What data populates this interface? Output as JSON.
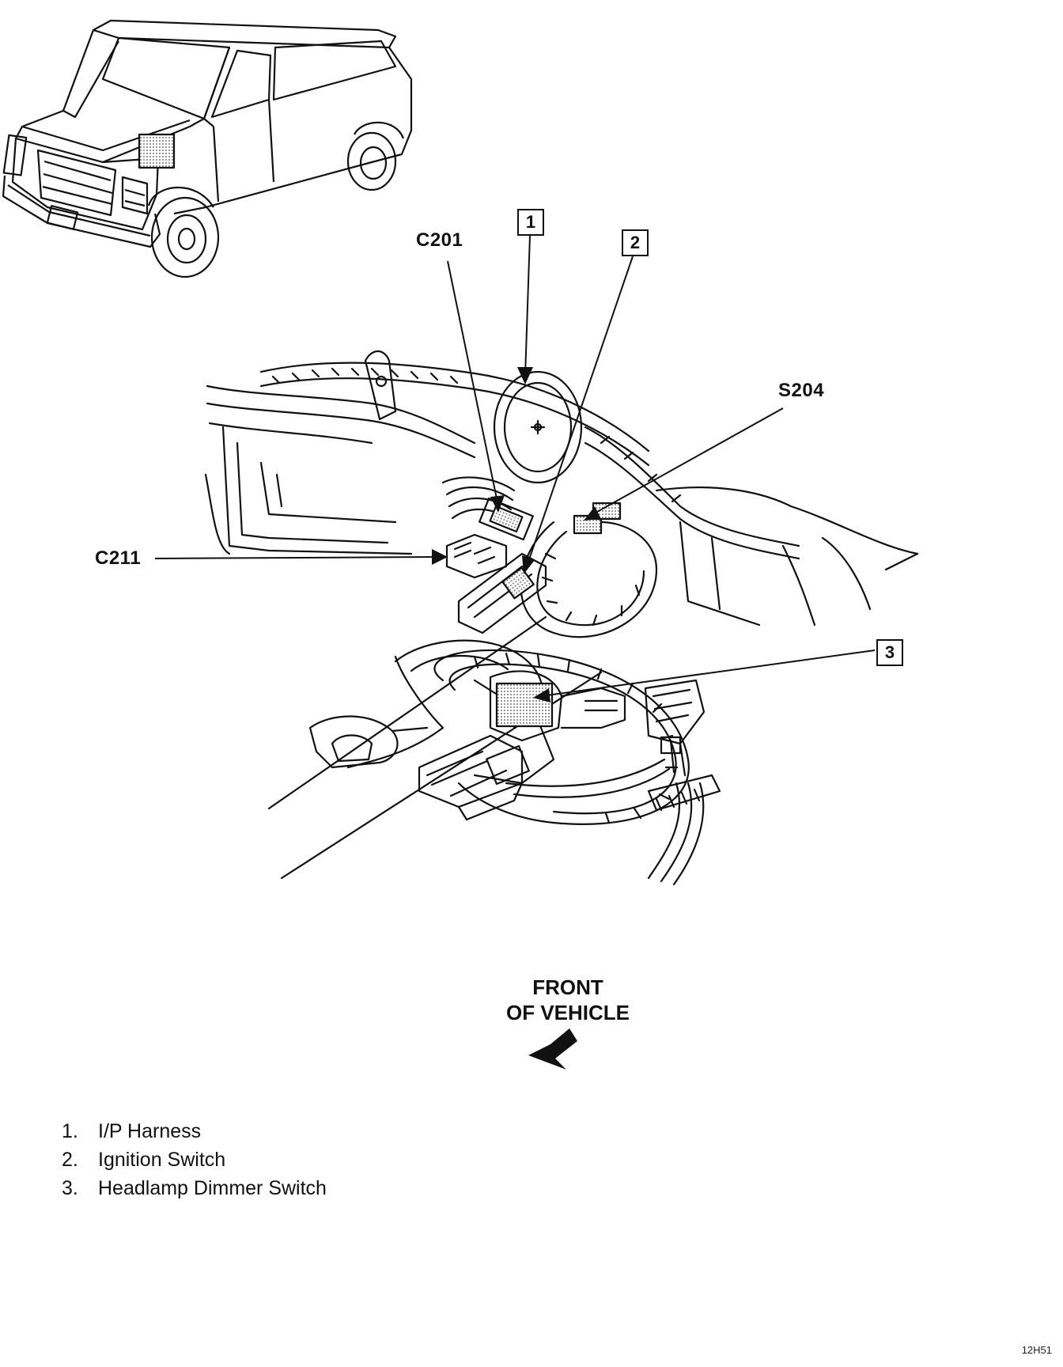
{
  "callouts": {
    "c201": "C201",
    "s204": "S204",
    "c211": "C211"
  },
  "numbered_boxes": [
    "1",
    "2",
    "3"
  ],
  "front_label": {
    "line1": "FRONT",
    "line2": "OF VEHICLE"
  },
  "legend": [
    {
      "num": "1.",
      "label": "I/P Harness"
    },
    {
      "num": "2.",
      "label": "Ignition Switch"
    },
    {
      "num": "3.",
      "label": "Headlamp Dimmer Switch"
    }
  ],
  "figure_id": "12H51",
  "colors": {
    "line": "#111111",
    "shading": "#b8b8b8",
    "background": "#ffffff"
  }
}
